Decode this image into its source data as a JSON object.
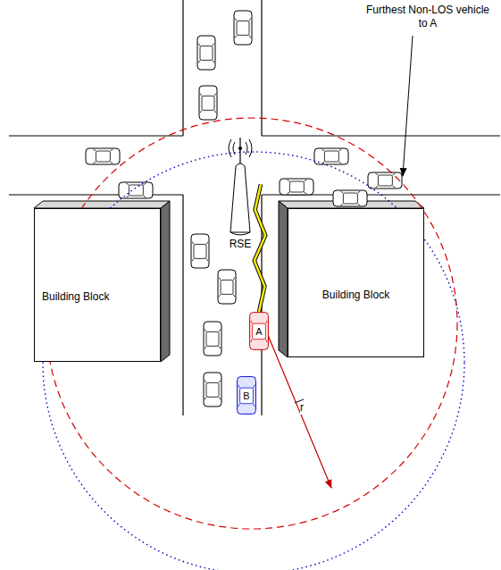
{
  "diagram": {
    "nodes": [
      {
        "text": [
          "RSE"
        ]
      },
      {
        "text": [
          "Building Block"
        ]
      },
      {
        "text": [
          "Building Block"
        ]
      },
      {
        "text": [
          "A"
        ]
      },
      {
        "text": [
          "B"
        ]
      }
    ],
    "edges": [
      {
        "from": 0,
        "to": 3,
        "arrow": "none"
      }
    ],
    "labels": [
      "Furthest Non-LOS vehicle to A",
      "r"
    ]
  }
}
